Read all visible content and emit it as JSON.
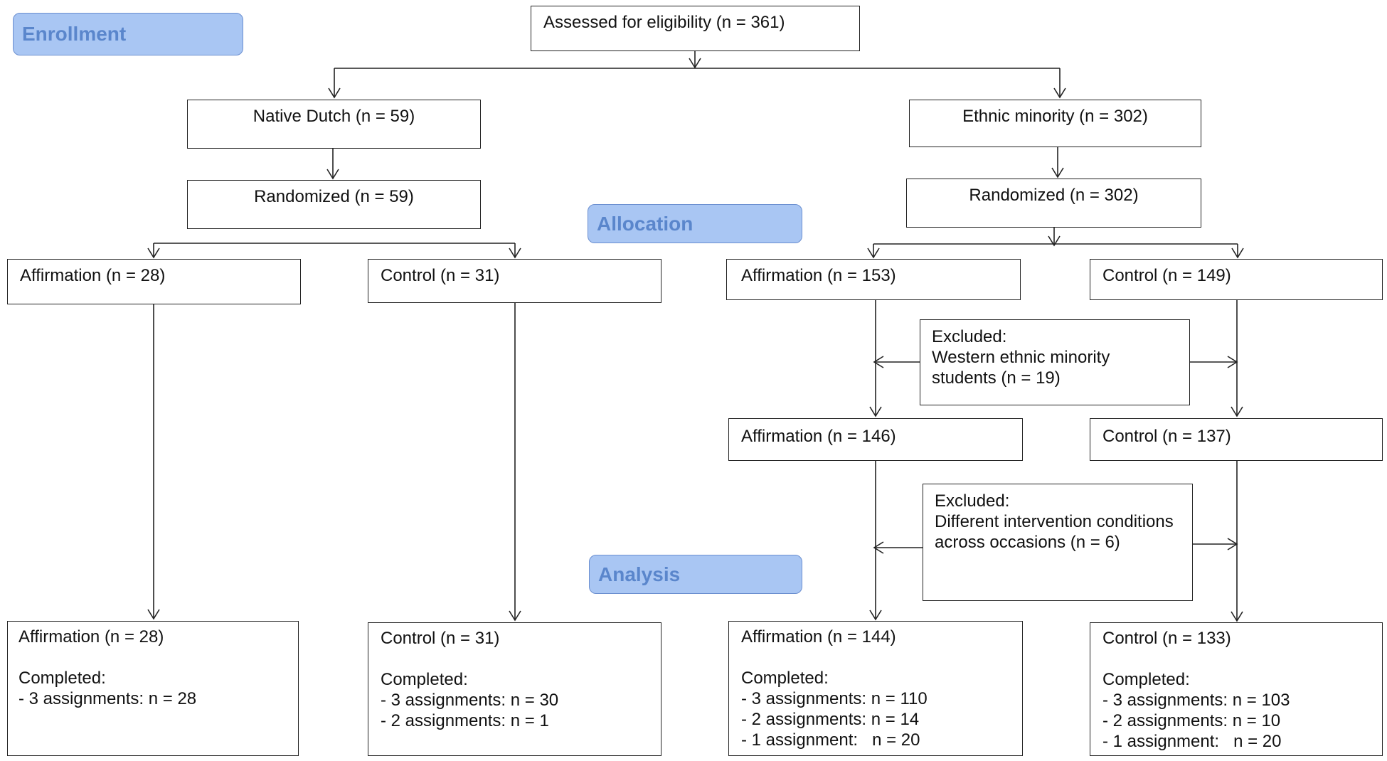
{
  "stages": {
    "enrollment": "Enrollment",
    "allocation": "Allocation",
    "analysis": "Analysis"
  },
  "assessed": "Assessed for eligibility (n = 361)",
  "native": {
    "group": "Native Dutch (n = 59)",
    "randomized": "Randomized (n = 59)",
    "affirmation": "Affirmation (n = 28)",
    "control": "Control (n = 31)",
    "final_affirmation": {
      "title": "Affirmation (n = 28)",
      "completed": "Completed:",
      "lines": [
        "- 3 assignments: n = 28"
      ]
    },
    "final_control": {
      "title": "Control (n = 31)",
      "completed": "Completed:",
      "lines": [
        "- 3 assignments: n = 30",
        "- 2 assignments: n = 1"
      ]
    }
  },
  "ethnic": {
    "group": "Ethnic minority (n = 302)",
    "randomized": "Randomized (n = 302)",
    "affirmation": "Affirmation (n = 153)",
    "control": "Control (n = 149)",
    "excluded_1": [
      "Excluded:",
      "Western ethnic minority",
      "students (n = 19)"
    ],
    "affirmation_2": "Affirmation (n = 146)",
    "control_2": "Control (n = 137)",
    "excluded_2": [
      "Excluded:",
      "Different intervention conditions",
      "across occasions (n = 6)"
    ],
    "final_affirmation": {
      "title": "Affirmation (n = 144)",
      "completed": "Completed:",
      "lines": [
        "- 3 assignments: n = 110",
        "- 2 assignments: n = 14",
        "- 1 assignment:   n = 20"
      ]
    },
    "final_control": {
      "title": "Control (n = 133)",
      "completed": "Completed:",
      "lines": [
        "- 3 assignments: n = 103",
        "- 2 assignments: n = 10",
        "- 1 assignment:   n = 20"
      ]
    }
  }
}
